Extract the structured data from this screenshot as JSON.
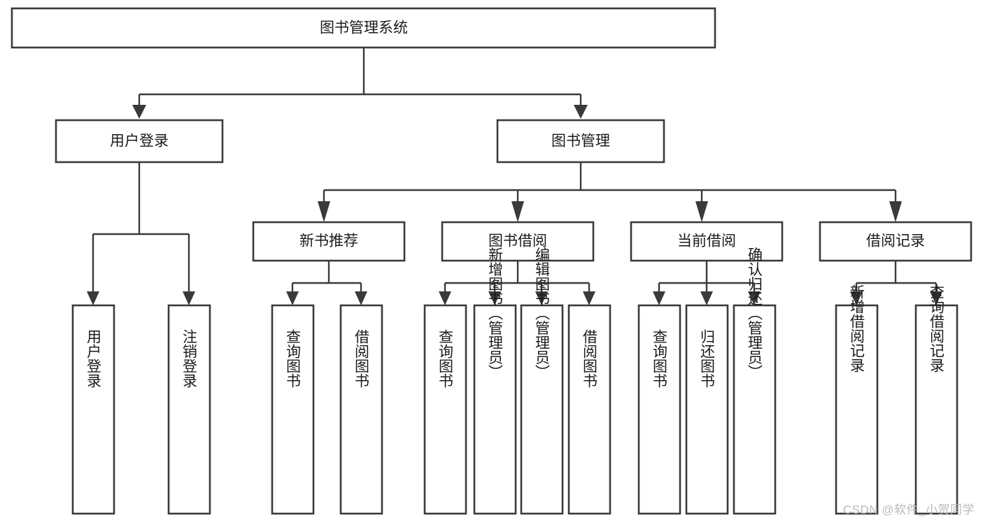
{
  "diagram": {
    "type": "tree-hierarchy",
    "title": "图书管理系统",
    "watermark": "CSDN @软件_小贺同学",
    "levels": {
      "root": {
        "label": "图书管理系统"
      },
      "level2": [
        {
          "id": "user-login",
          "label": "用户登录"
        },
        {
          "id": "book-manage",
          "label": "图书管理"
        }
      ],
      "level3": [
        {
          "id": "new-book-recommend",
          "label": "新书推荐",
          "parent": "book-manage"
        },
        {
          "id": "book-borrow",
          "label": "图书借阅",
          "parent": "book-manage"
        },
        {
          "id": "current-borrow",
          "label": "当前借阅",
          "parent": "book-manage"
        },
        {
          "id": "borrow-record",
          "label": "借阅记录",
          "parent": "book-manage"
        }
      ],
      "leaves": [
        {
          "id": "leaf-user-login",
          "label": "用户登录",
          "parent": "user-login"
        },
        {
          "id": "leaf-logout",
          "label": "注销登录",
          "parent": "user-login"
        },
        {
          "id": "leaf-query-book-1",
          "label": "查询图书",
          "parent": "new-book-recommend"
        },
        {
          "id": "leaf-borrow-book-1",
          "label": "借阅图书",
          "parent": "new-book-recommend"
        },
        {
          "id": "leaf-query-book-2",
          "label": "查询图书",
          "parent": "book-borrow"
        },
        {
          "id": "leaf-add-book",
          "label": "新增图书（管理员）",
          "parent": "book-borrow"
        },
        {
          "id": "leaf-edit-book",
          "label": "编辑图书（管理员）",
          "parent": "book-borrow"
        },
        {
          "id": "leaf-borrow-book-2",
          "label": "借阅图书",
          "parent": "book-borrow"
        },
        {
          "id": "leaf-query-book-3",
          "label": "查询图书",
          "parent": "current-borrow"
        },
        {
          "id": "leaf-return-book",
          "label": "归还图书",
          "parent": "current-borrow"
        },
        {
          "id": "leaf-confirm-return",
          "label": "确认归还（管理员）",
          "parent": "current-borrow"
        },
        {
          "id": "leaf-add-record",
          "label": "新增借阅记录",
          "parent": "borrow-record"
        },
        {
          "id": "leaf-query-record",
          "label": "查询借阅记录",
          "parent": "borrow-record"
        }
      ]
    },
    "colors": {
      "stroke": "#3a3a3a",
      "fill": "#ffffff",
      "text": "#1b1b1b",
      "watermark": "#b9b9b9"
    }
  }
}
